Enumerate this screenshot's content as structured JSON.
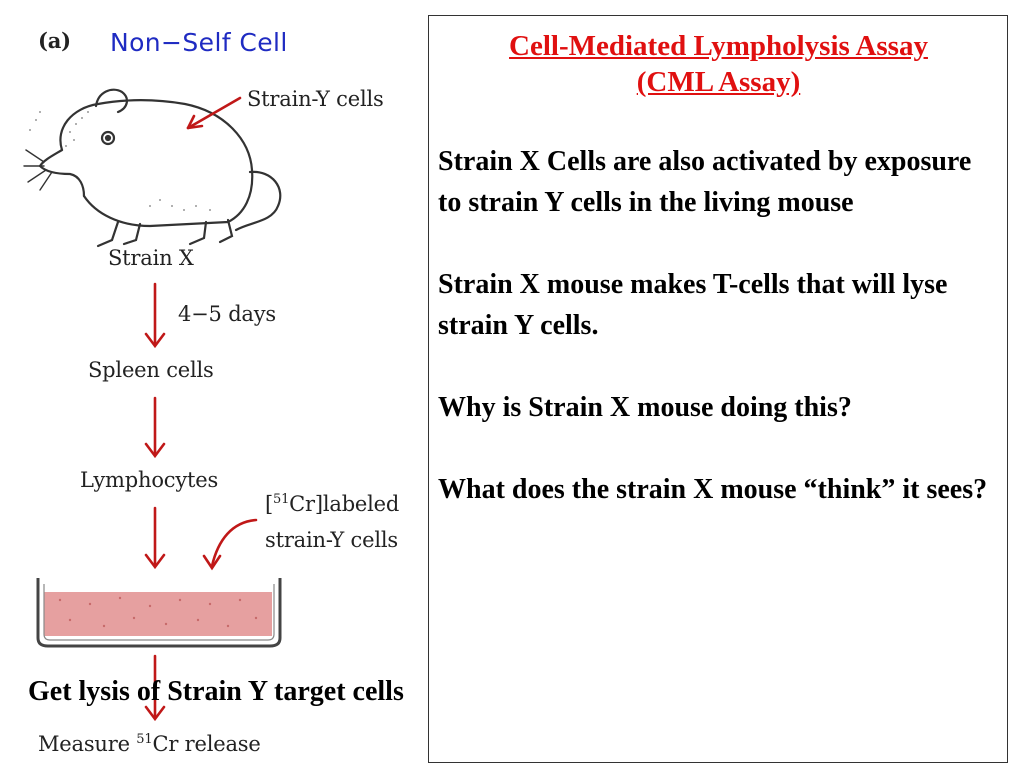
{
  "diagram": {
    "panel_letter": "(a)",
    "title": "Non−Self  Cell",
    "strain_y_label": "Strain-Y cells",
    "strain_x_label": "Strain X",
    "days_label": "4−5 days",
    "spleen_label": "Spleen cells",
    "lymphocytes_label": "Lymphocytes",
    "labeled_isotope": "51",
    "labeled_line1_rest": "Cr]labeled",
    "labeled_line2": "strain-Y cells",
    "measure_prefix": "Measure ",
    "measure_isotope": "51",
    "measure_rest": "Cr release",
    "title_color": "#1f2bc2",
    "arrow_color": "#c01818",
    "plate_fill_color": "#e6a0a0"
  },
  "caption": "Get lysis of Strain Y target cells",
  "textbox": {
    "title_line1": "Cell-Mediated Lympholysis Assay",
    "title_line2": "(CML Assay)",
    "title_color": "#e01010",
    "paragraphs": [
      "Strain X Cells are also activated by exposure to strain Y cells in the living mouse",
      "Strain X mouse makes T-cells that will lyse strain Y cells.",
      "Why is Strain X mouse doing this?",
      "What does the strain X mouse “think” it sees?"
    ]
  }
}
